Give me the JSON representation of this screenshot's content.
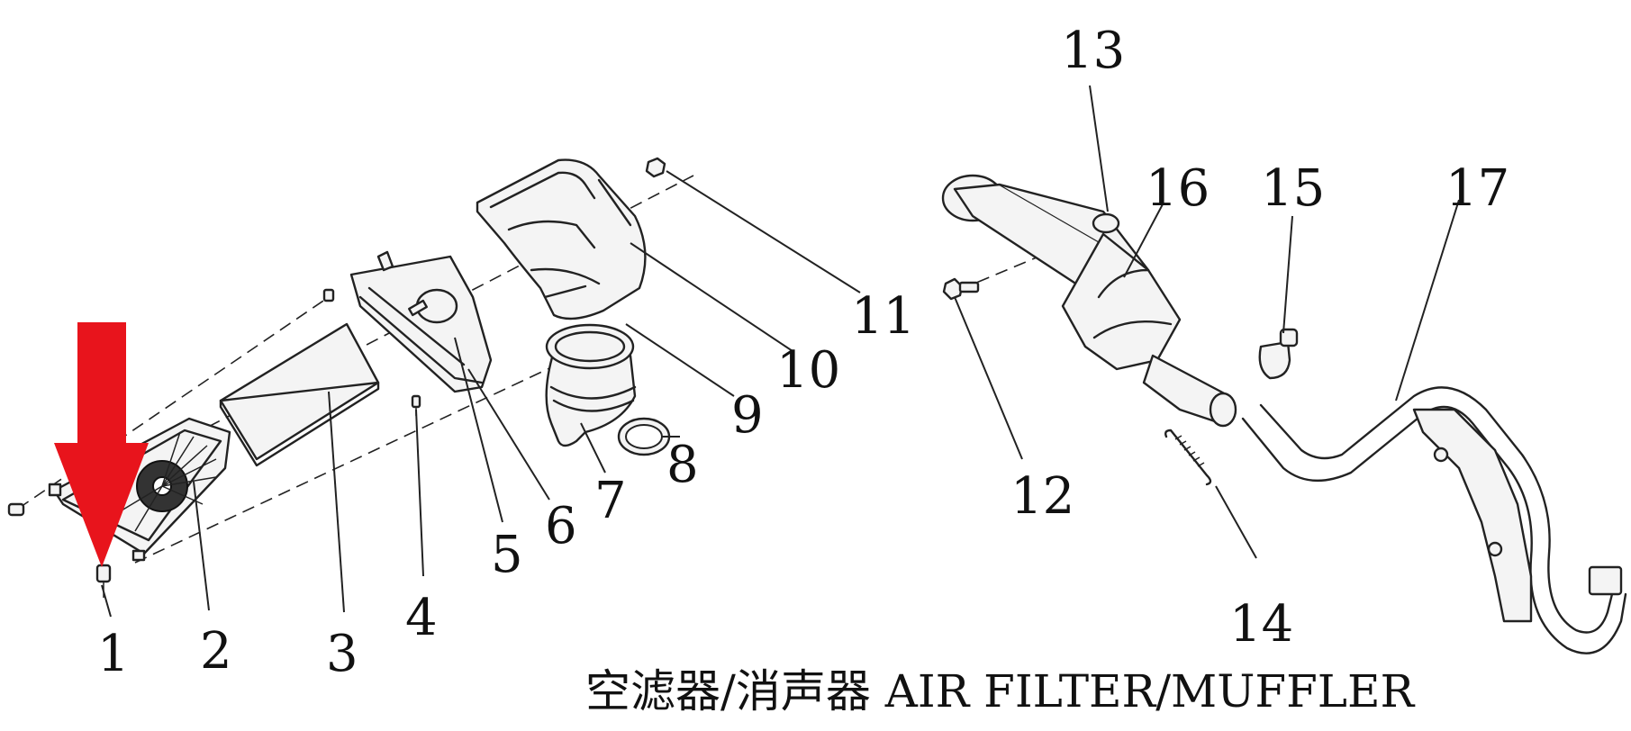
{
  "caption": "空滤器/消声器 AIR FILTER/MUFFLER",
  "callouts": {
    "c1": "1",
    "c2": "2",
    "c3": "3",
    "c4": "4",
    "c5": "5",
    "c6": "6",
    "c7": "7",
    "c8": "8",
    "c9": "9",
    "c10": "10",
    "c11": "11",
    "c12": "12",
    "c13": "13",
    "c14": "14",
    "c15": "15",
    "c16": "16",
    "c17": "17"
  },
  "colors": {
    "arrow": "#e8141c",
    "line": "#222222",
    "background": "#ffffff"
  },
  "icons": {
    "pointer": "red-down-arrow-icon"
  }
}
